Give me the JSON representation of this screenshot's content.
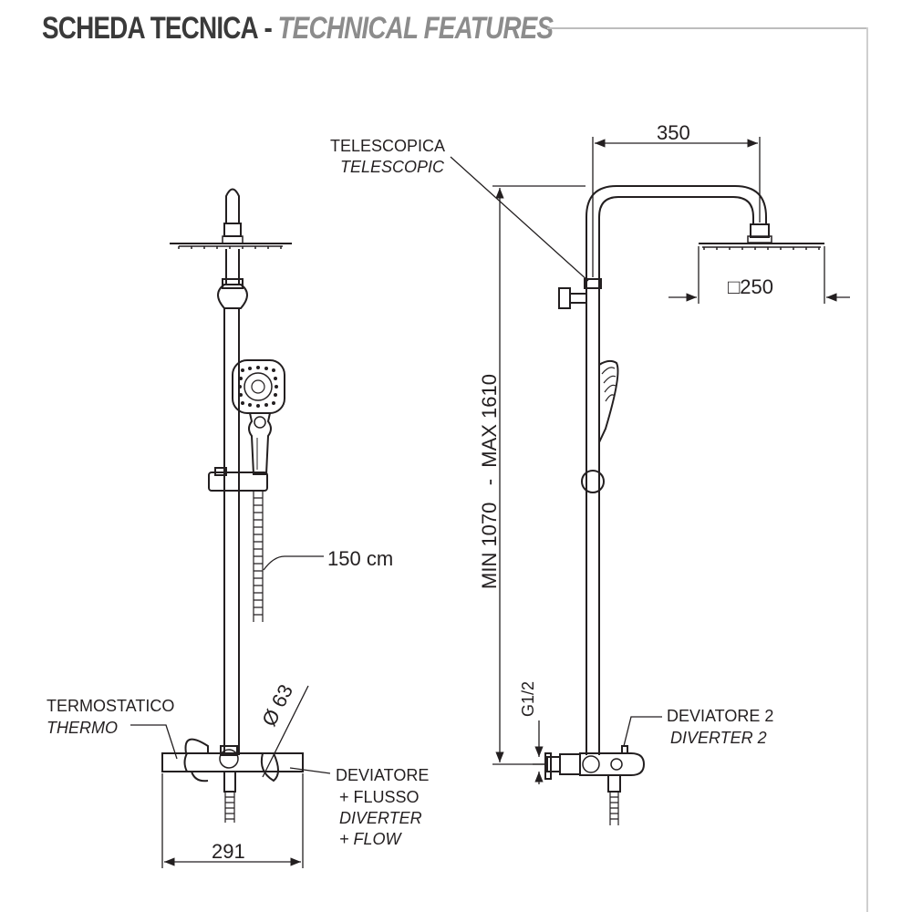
{
  "header": {
    "title_it": "SCHEDA TECNICA",
    "separator": "-",
    "title_en": "TECHNICAL FEATURES"
  },
  "front_view": {
    "hose_length": "150 cm",
    "mixer_width": "291",
    "thermostat_label_it": "TERMOSTATICO",
    "thermostat_label_en": "THERMO",
    "diameter": "Ø 63",
    "diverter_label_it_1": "DEVIATORE",
    "diverter_label_it_2": "+ FLUSSO",
    "diverter_label_en_1": "DIVERTER",
    "diverter_label_en_2": "+ FLOW"
  },
  "side_view": {
    "telescopic_it": "TELESCOPICA",
    "telescopic_en": "TELESCOPIC",
    "arm_length": "350",
    "head_size": "□250",
    "height_range": "MIN 1070   -  MAX 1610",
    "thread": "G1/2",
    "diverter2_it": "DEVIATORE 2",
    "diverter2_en": "DIVERTER 2"
  },
  "colors": {
    "line": "#231f20",
    "header_gray": "#8c8c8c",
    "frame": "#cfcfcf"
  }
}
